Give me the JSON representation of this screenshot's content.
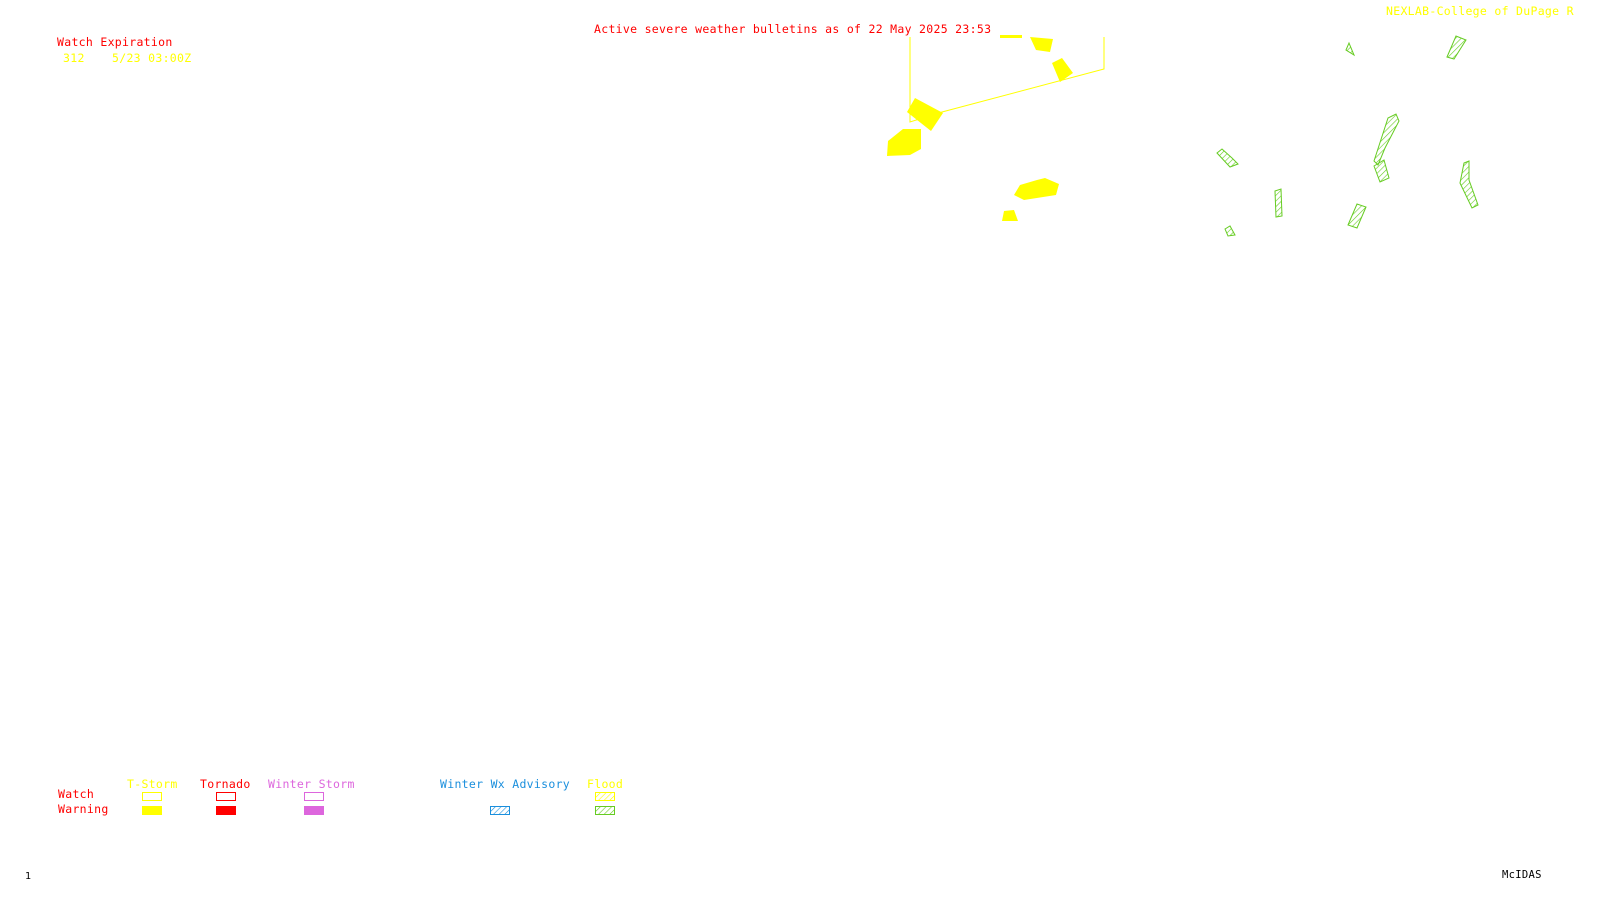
{
  "header": {
    "title": "Active severe weather bulletins as of 22 May 2025 23:53",
    "source_credit": "NEXLAB-College of DuPage R"
  },
  "watch_table": {
    "heading": "Watch Expiration",
    "rows": [
      {
        "watch_number": "312",
        "expiration": "5/23 03:00Z"
      }
    ]
  },
  "legend": {
    "row_labels": {
      "watch": "Watch",
      "warning": "Warning"
    },
    "categories": [
      {
        "name": "T-Storm",
        "color": "#ffff00",
        "watch_style": "outline",
        "warning_style": "solid"
      },
      {
        "name": "Tornado",
        "color": "#ff0000",
        "watch_style": "outline",
        "warning_style": "solid"
      },
      {
        "name": "Winter Storm",
        "color": "#dd66dd",
        "watch_style": "outline",
        "warning_style": "solid"
      },
      {
        "name": "Winter Wx Advisory",
        "color": "#1a8fdd",
        "watch_style": "none",
        "warning_style": "hatched"
      },
      {
        "name": "Flood",
        "color": "#ffff00",
        "watch_style": "hatched",
        "warning_style": "hatched",
        "warning_color": "#66cc22"
      }
    ]
  },
  "footer": {
    "frame_number": "1",
    "system": "McIDAS"
  },
  "colors": {
    "title": "#ff0000",
    "credit": "#ffff00",
    "tstorm": "#ffff00",
    "tornado": "#ff0000",
    "winter_storm": "#dd66dd",
    "winter_advisory": "#1a8fdd",
    "flood": "#66cc22"
  }
}
